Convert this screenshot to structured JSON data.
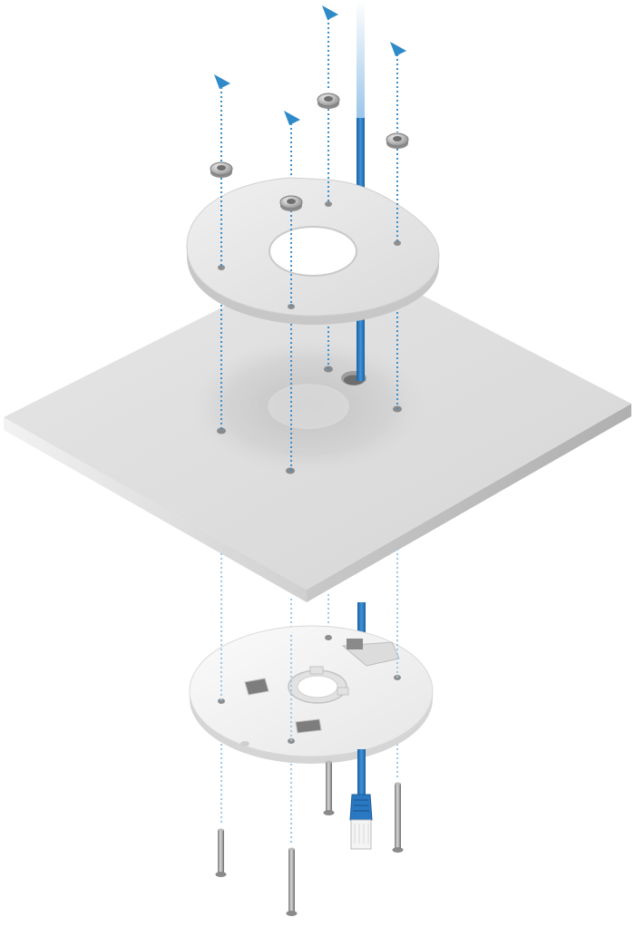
{
  "diagram": {
    "steps": [
      "nuts-on-top",
      "backing-plate",
      "ceiling-tile",
      "mounting-bracket",
      "screws-from-below"
    ],
    "colors": {
      "background": "#ffffff",
      "tile_top": "#dcdcdc",
      "tile_side": "#b8b8b8",
      "plate": "#e3e3e3",
      "plate_edge": "#c8c8c8",
      "bracket": "#efefef",
      "bracket_edge": "#cfcfcf",
      "cable": "#2f7fc9",
      "cable_dark": "#1d5f9c",
      "guide_line": "#3a8fd0",
      "hardware": "#9a9a9a"
    },
    "icons": {
      "arrow": "arrow-up-icon",
      "nut": "nut-icon",
      "screw": "screw-icon",
      "cable": "ethernet-cable-icon",
      "connector": "rj45-connector-icon"
    }
  }
}
